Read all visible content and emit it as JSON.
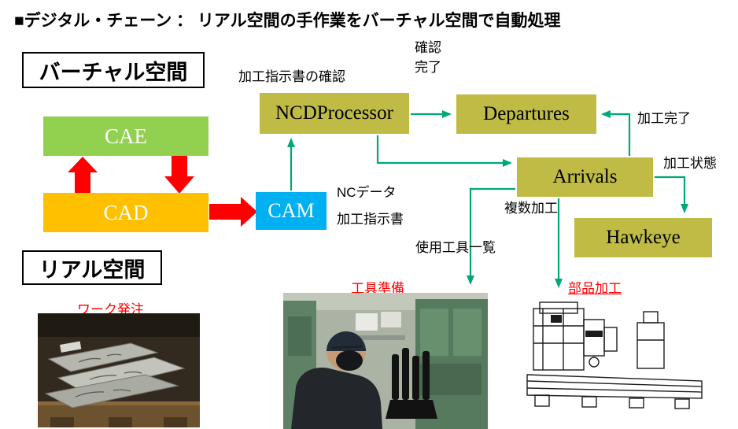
{
  "title": "■デジタル・チェーン ： リアル空間の手作業をバーチャル空間で自動処理",
  "virtual_space": {
    "label": "バーチャル空間"
  },
  "real_space": {
    "label": "リアル空間"
  },
  "boxes": {
    "cae": {
      "label": "CAE",
      "color": "#92D050"
    },
    "cad": {
      "label": "CAD",
      "color": "#FFC000"
    },
    "cam": {
      "label": "CAM",
      "color": "#00B0F0"
    },
    "ncd_processor": {
      "label": "NCDProcessor",
      "color": "#BFBB45"
    },
    "departures": {
      "label": "Departures",
      "color": "#BFBB45"
    },
    "arrivals": {
      "label": "Arrivals",
      "color": "#BFBB45"
    },
    "hawkeye": {
      "label": "Hawkeye",
      "color": "#BFBB45"
    }
  },
  "annotations": {
    "check_instructions": "加工指示書の確認",
    "confirm_line1": "確認",
    "confirm_line2": "完了",
    "nc_data": "NCデータ",
    "machining_instructions": "加工指示書",
    "machining_done": "加工完了",
    "machining_status": "加工状態",
    "multi_machining": "複数加工",
    "tool_list": "使用工具一覧"
  },
  "photo_captions": {
    "work_order": "ワーク発注",
    "tool_prep": "工具準備",
    "part_machining": "部品加工"
  },
  "colors": {
    "connector_teal": "#00A878",
    "arrow_red": "#FF0000",
    "caption_red": "#FF0000",
    "olive_box": "#BFBB45"
  }
}
